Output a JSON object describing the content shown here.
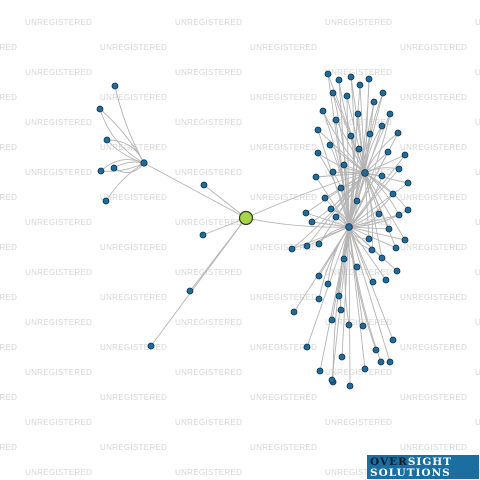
{
  "watermark": {
    "text": "UNREGISTERED"
  },
  "colors": {
    "edge": "#b4b4b4",
    "node_fill": "#1d6c9c",
    "node_stroke": "#0d2f44",
    "hub_fill": "#a6d44a",
    "logo_bg": "#1a6fa0"
  },
  "graph": {
    "center_node": {
      "kind": "highlighted",
      "color": "#a6d44a"
    },
    "left_cluster_count": 7,
    "left_chain_count": 5,
    "right_cluster_count": 80
  },
  "logo": {
    "line1_part1": "OVER",
    "line1_part2": "SIGHT",
    "line2": "SOLUTIONS"
  }
}
